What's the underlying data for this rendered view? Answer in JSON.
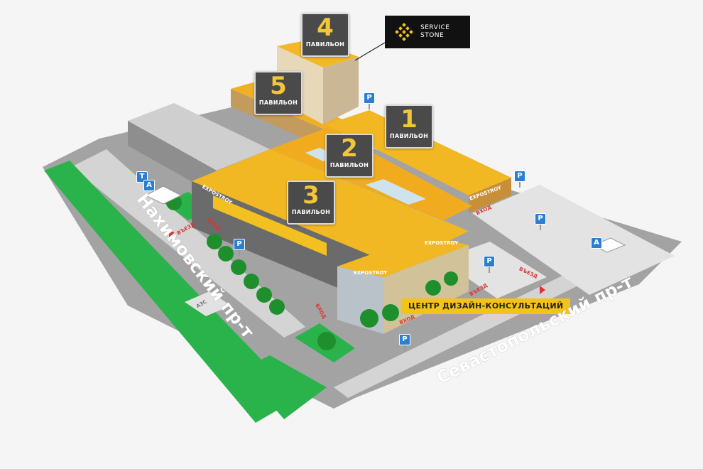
{
  "logo": {
    "line1": "SERVICE",
    "line2": "STONE"
  },
  "pavilions": [
    {
      "number": "1",
      "caption": "ПАВИЛЬОН"
    },
    {
      "number": "2",
      "caption": "ПАВИЛЬОН"
    },
    {
      "number": "3",
      "caption": "ПАВИЛЬОН"
    },
    {
      "number": "4",
      "caption": "ПАВИЛЬОН"
    },
    {
      "number": "5",
      "caption": "ПАВИЛЬОН"
    }
  ],
  "design_center_label": "ЦЕНТР ДИЗАЙН-КОНСУЛЬТАЦИЙ",
  "streets": {
    "nakhimovsky": "Нахимовский пр-т",
    "sevastopolsky": "Севастопольский пр-т"
  },
  "gas_station": "АЗС",
  "parking_label": "P",
  "taxi_label": "Т",
  "bus_label": "А",
  "entry_labels": {
    "vezd": "ВЪЕЗД",
    "vhod": "ВХОД"
  },
  "brand": "EXPOSTROY",
  "colors": {
    "roof": "#f2b824",
    "road": "#9c9c9c",
    "green": "#29b34a",
    "parking": "#2a7fd0",
    "accent": "#f3c31a"
  }
}
